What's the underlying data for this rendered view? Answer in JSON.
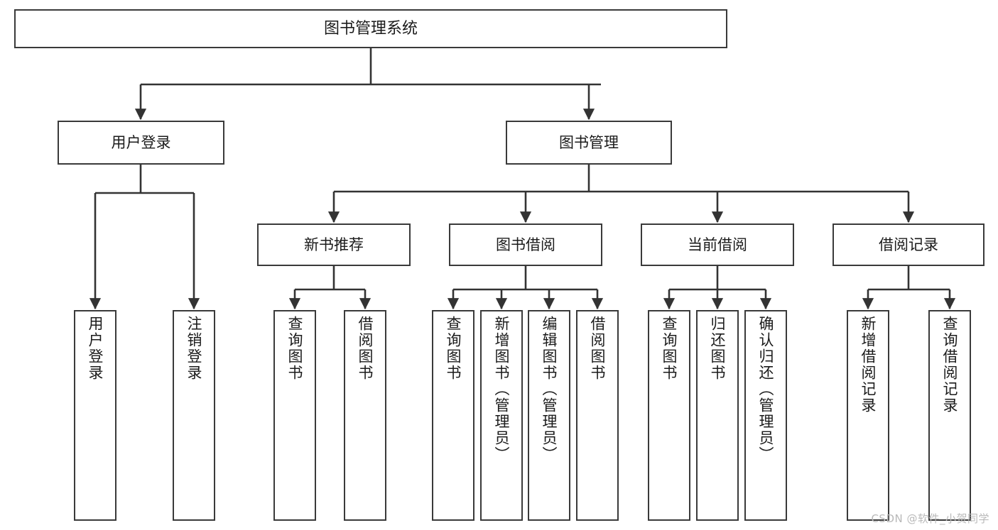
{
  "diagram": {
    "type": "tree-hierarchy-chart",
    "title": "图书管理系统",
    "orientation": "top-down",
    "colors": {
      "box_border": "#3a3a3a",
      "box_fill": "#ffffff",
      "connector": "#333333",
      "text": "#1b1b1b",
      "watermark": "#b9b9b9"
    },
    "root": {
      "label": "图书管理系统"
    },
    "level2": [
      {
        "id": "user-login",
        "label": "用户登录"
      },
      {
        "id": "book-manage",
        "label": "图书管理"
      }
    ],
    "level3": [
      {
        "id": "new-book-rec",
        "label": "新书推荐",
        "parent": "book-manage"
      },
      {
        "id": "book-borrow",
        "label": "图书借阅",
        "parent": "book-manage"
      },
      {
        "id": "current-borrow",
        "label": "当前借阅",
        "parent": "book-manage"
      },
      {
        "id": "borrow-record",
        "label": "借阅记录",
        "parent": "book-manage"
      }
    ],
    "leaves": [
      {
        "id": "leaf-user-login",
        "label": "用户登录",
        "parent": "user-login"
      },
      {
        "id": "leaf-logout",
        "label": "注销登录",
        "parent": "user-login"
      },
      {
        "id": "leaf-query-book-1",
        "label": "查询图书",
        "parent": "new-book-rec"
      },
      {
        "id": "leaf-borrow-book-1",
        "label": "借阅图书",
        "parent": "new-book-rec"
      },
      {
        "id": "leaf-query-book-2",
        "label": "查询图书",
        "parent": "book-borrow"
      },
      {
        "id": "leaf-add-book",
        "label": "新增图书（管理员）",
        "parent": "book-borrow"
      },
      {
        "id": "leaf-edit-book",
        "label": "编辑图书（管理员）",
        "parent": "book-borrow"
      },
      {
        "id": "leaf-borrow-book-2",
        "label": "借阅图书",
        "parent": "book-borrow"
      },
      {
        "id": "leaf-query-book-3",
        "label": "查询图书",
        "parent": "current-borrow"
      },
      {
        "id": "leaf-return-book",
        "label": "归还图书",
        "parent": "current-borrow"
      },
      {
        "id": "leaf-confirm-return",
        "label": "确认归还（管理员）",
        "parent": "current-borrow"
      },
      {
        "id": "leaf-add-record",
        "label": "新增借阅记录",
        "parent": "borrow-record"
      },
      {
        "id": "leaf-query-record",
        "label": "查询借阅记录",
        "parent": "borrow-record"
      }
    ],
    "watermark": "CSDN @软件_小贺同学"
  }
}
